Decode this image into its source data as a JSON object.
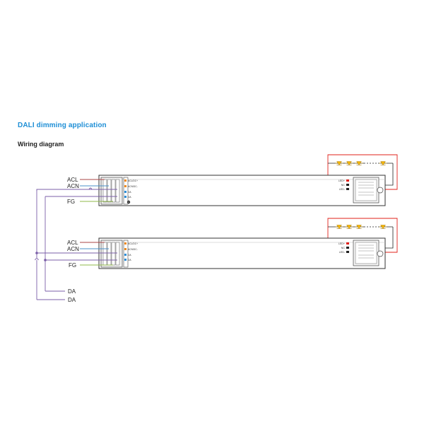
{
  "heading": "DALI dimming application",
  "subheading": "Wiring diagram",
  "colors": {
    "heading": "#1f8fd6",
    "acl_wire": "#a84545",
    "acn_wire": "#4a90c8",
    "fg_wire": "#8fb84a",
    "da_wire": "#7b5fa8",
    "led_pos": "#e0201a",
    "led_fill": "#f4b400",
    "input_marker": "#f08a1c",
    "da_marker": "#2f8fd8"
  },
  "driver_top": {
    "input_labels": {
      "acl": "ACL",
      "acn": "ACN",
      "fg": "FG"
    },
    "terminal_labels": [
      "ACL/DC+",
      "ACN/DC-",
      "DA",
      "DA"
    ],
    "output_labels": [
      "LED+",
      "NC",
      "LED-"
    ]
  },
  "driver_bottom": {
    "input_labels": {
      "acl": "ACL",
      "acn": "ACN",
      "fg": "FG"
    },
    "terminal_labels": [
      "ACL/DC+",
      "ACN/DC-",
      "DA",
      "DA"
    ],
    "output_labels": [
      "LED+",
      "NC",
      "LED-"
    ]
  },
  "bus_labels": [
    "DA",
    "DA"
  ],
  "icons": [
    "led-icon",
    "ground-icon"
  ]
}
